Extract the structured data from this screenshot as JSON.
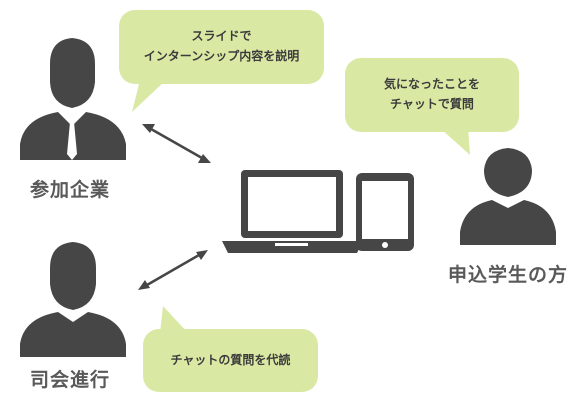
{
  "colors": {
    "bubble": "#d9e9a4",
    "figure": "#464646",
    "label_text": "#595959",
    "bubble_text": "#3b3b3b"
  },
  "icons": {
    "company": "businessman-icon",
    "host": "person-icon",
    "student": "person-icon",
    "laptop": "laptop-icon",
    "tablet": "tablet-icon",
    "arrow": "double-headed-arrow-icon"
  },
  "bubbles": {
    "company": {
      "line1": "スライドで",
      "line2": "インターンシップ内容を説明"
    },
    "student": {
      "line1": "気になったことを",
      "line2": "チャットで質問"
    },
    "host": {
      "line1": "チャットの質問を代読"
    }
  },
  "labels": {
    "company": "参加企業",
    "host": "司会進行",
    "student": "申込学生の方"
  }
}
